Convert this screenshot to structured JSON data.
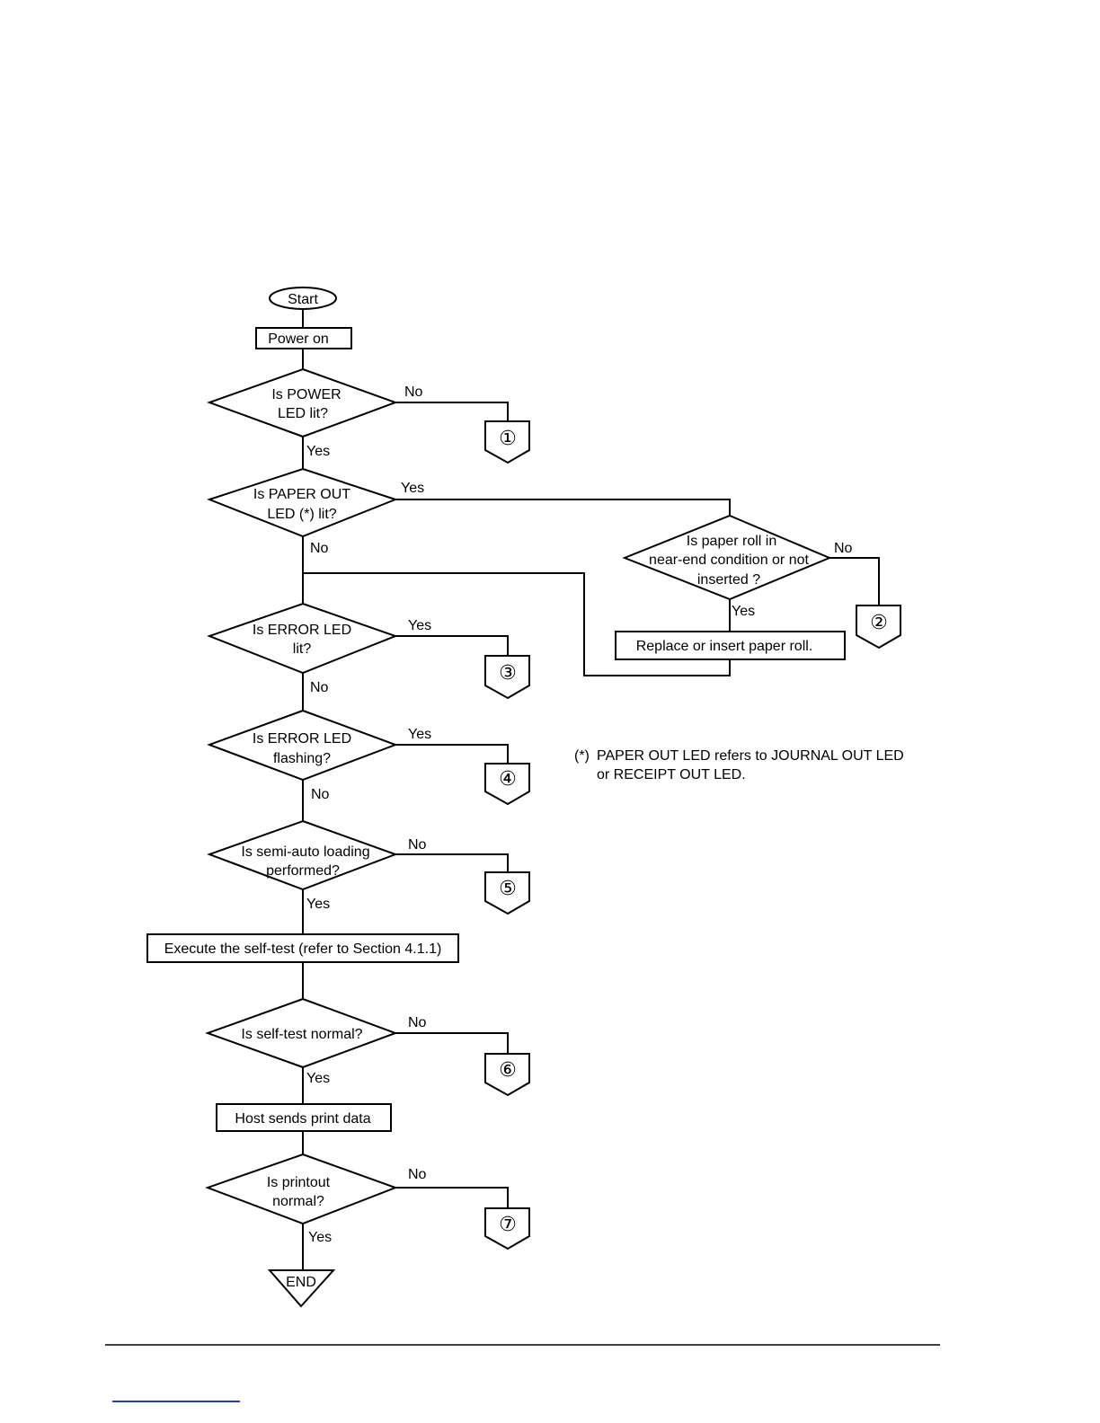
{
  "flowchart": {
    "start": "Start",
    "power_on": "Power on",
    "q_power": [
      "Is POWER",
      "LED lit?"
    ],
    "q_paper_out": [
      "Is PAPER OUT",
      "LED (*) lit?"
    ],
    "q_paper_roll": [
      "Is paper roll in",
      "near-end condition or not",
      "inserted ?"
    ],
    "replace_paper": "Replace or insert paper roll.",
    "q_error_lit": [
      "Is ERROR LED",
      "lit?"
    ],
    "q_error_flash": [
      "Is ERROR LED",
      "flashing?"
    ],
    "q_semi_auto": [
      "Is semi-auto loading",
      "performed?"
    ],
    "self_test": "Execute the self-test (refer to Section 4.1.1)",
    "q_self_test": "Is self-test normal?",
    "host_sends": "Host sends print data",
    "q_printout": [
      "Is printout",
      "normal?"
    ],
    "end": "END",
    "labels": {
      "yes": "Yes",
      "no": "No"
    },
    "connectors": [
      "①",
      "②",
      "③",
      "④",
      "⑤",
      "⑥",
      "⑦"
    ]
  },
  "note": {
    "marker": "(*)",
    "line1": "PAPER OUT LED refers to JOURNAL OUT LED",
    "line2": "or RECEIPT OUT LED."
  }
}
